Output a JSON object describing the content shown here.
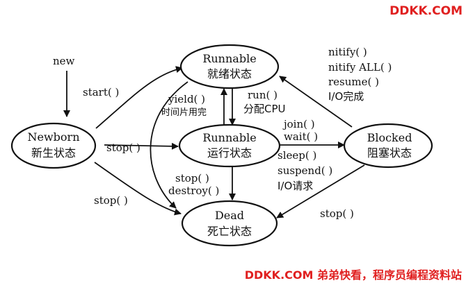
{
  "watermarks": {
    "top": "DDKK.COM",
    "bottom": "DDKK.COM 弟弟快看，程序员编程资料站",
    "color": "#e02020"
  },
  "nodes": {
    "newborn": {
      "en": "Newborn",
      "zh": "新生状态"
    },
    "runnable_ready": {
      "en": "Runnable",
      "zh": "就绪状态"
    },
    "running": {
      "en": "Runnable",
      "zh": "运行状态"
    },
    "blocked": {
      "en": "Blocked",
      "zh": "阻塞状态"
    },
    "dead": {
      "en": "Dead",
      "zh": "死亡状态"
    }
  },
  "labels": {
    "new": "new",
    "start": "start( )",
    "stop_newborn_running": "stop( )",
    "stop_newborn_dead": "stop( )",
    "yield": "yield( )",
    "time_slice": "时间片用完",
    "run": "run( )",
    "assign_cpu": "分配CPU",
    "notify": "nitify( )",
    "notify_all": "nitify ALL( )",
    "resume": "resume( )",
    "io_done": "I/O完成",
    "join": "join( )",
    "wait": "wait( )",
    "sleep": "sleep( )",
    "suspend": "suspend( )",
    "io_request": "I/O请求",
    "stop_running_dead": "stop( )",
    "destroy": "destroy( )",
    "stop_blocked_dead": "stop( )"
  }
}
